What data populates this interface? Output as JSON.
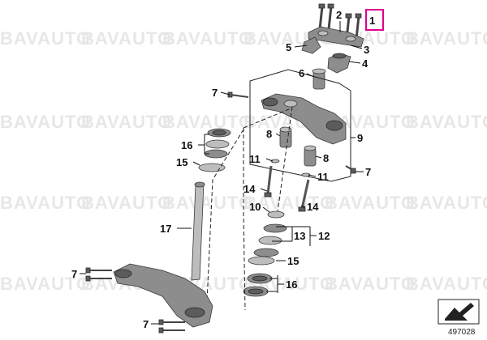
{
  "watermark": "BAVAUTO",
  "callouts": {
    "c1": "1",
    "c2": "2",
    "c3": "3",
    "c4": "4",
    "c5": "5",
    "c6": "6",
    "c7a": "7",
    "c7b": "7",
    "c7c": "7",
    "c7d": "7",
    "c8a": "8",
    "c8b": "8",
    "c9": "9",
    "c10": "10",
    "c11a": "11",
    "c11b": "11",
    "c12": "12",
    "c13": "13",
    "c14a": "14",
    "c14b": "14",
    "c15a": "15",
    "c15b": "15",
    "c16a": "16",
    "c16b": "16",
    "c17": "17"
  },
  "highlight": {
    "callout": "1",
    "color": "#e0008c"
  },
  "reference_number": "497028",
  "icons": {
    "direction": "direction-arrow-icon"
  }
}
